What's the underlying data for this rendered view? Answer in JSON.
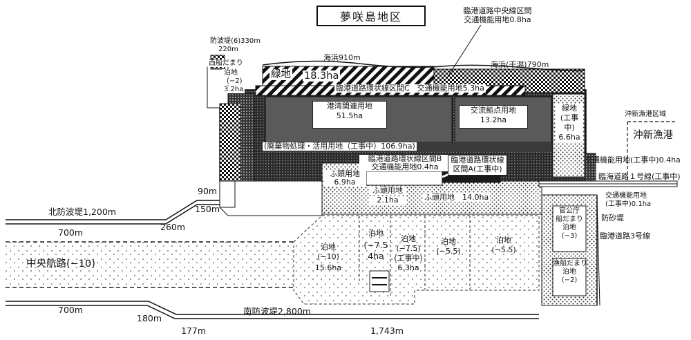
{
  "title": "夢咲島地区",
  "labels": {
    "breakwater6_a": "防波堤(6)330m",
    "breakwater6_b": "220m",
    "west_mooring": "西船だまり",
    "west_berth": "泊地",
    "west_berth_depth": "(−2)",
    "west_berth_area": "3.2ha",
    "beach_910": "海浜910m",
    "beach_790": "海浜(干潟)790m",
    "central_line_a": "臨港道路中央線区間",
    "central_line_b": "交通機能用地0.8ha",
    "green_a_name": "緑地",
    "green_a_area": "18.3ha",
    "ring_c": "臨港道路環状線区間C　交通機能用地5.3ha",
    "port_use_name": "港湾関連用地",
    "port_use_area": "51.5ha",
    "logistics_name": "交流拠点用地",
    "logistics_area": "13.2ha",
    "green_b_name": "緑地",
    "green_b_status": "(工事中)",
    "green_b_area": "6.6ha",
    "waste_use": "(廃棄物処理・活用用地（工事中）106.9ha)",
    "ring_b_a": "臨港道路環状線区間B",
    "ring_b_b": "交通機能用地0.4ha",
    "ring_a_a": "臨港道路環状線",
    "ring_a_b": "区間A(工事中)",
    "okishin_district": "沖新漁港区域",
    "okishin_port": "沖新漁港",
    "traffic_04": "交通機能用地(工事中)0.4ha",
    "road1": "臨海道路１号線(工事中)",
    "traffic_01_a": "交通機能用地",
    "traffic_01_b": "(工事中)0.1ha",
    "wharf_a_name": "ふ頭用地",
    "wharf_a_area": "6.9ha",
    "wharf_b_name": "ふ頭用地",
    "wharf_b_area": "2.1ha",
    "wharf_c": "ふ頭用地　14.0ha",
    "north_breakwater": "北防波堤1,200m",
    "len_90": "90m",
    "len_150": "150m",
    "len_260": "260m",
    "len_700_top": "700m",
    "central_channel": "中央航路(−10)",
    "len_700_bottom": "700m",
    "len_180": "180m",
    "len_177": "177m",
    "south_breakwater": "南防波堤2,800m",
    "len_1743": "1,743m",
    "berth10_name": "泊地",
    "berth10_depth": "(−10)",
    "berth10_area": "15.6ha",
    "berth75a_name": "泊地",
    "berth75a_depth": "(−7.5",
    "berth75a_area": "4ha",
    "berth75b_name": "泊地",
    "berth75b_depth": "(−7.5)",
    "berth75b_status": "(工事中)",
    "berth75b_area": "6.3ha",
    "berth55a_name": "泊地",
    "berth55a_depth": "(−5.5)",
    "berth55b_name": "泊地",
    "berth55b_depth": "(−5.5)",
    "gov_a": "官公庁",
    "gov_b": "船だまり",
    "gov_c": "泊地",
    "gov_d": "(−3)",
    "sand_barrier": "防砂堤",
    "road3": "臨港道路3号線",
    "fish_a": "漁船だまり",
    "fish_b": "泊地",
    "fish_c": "(−2)"
  }
}
